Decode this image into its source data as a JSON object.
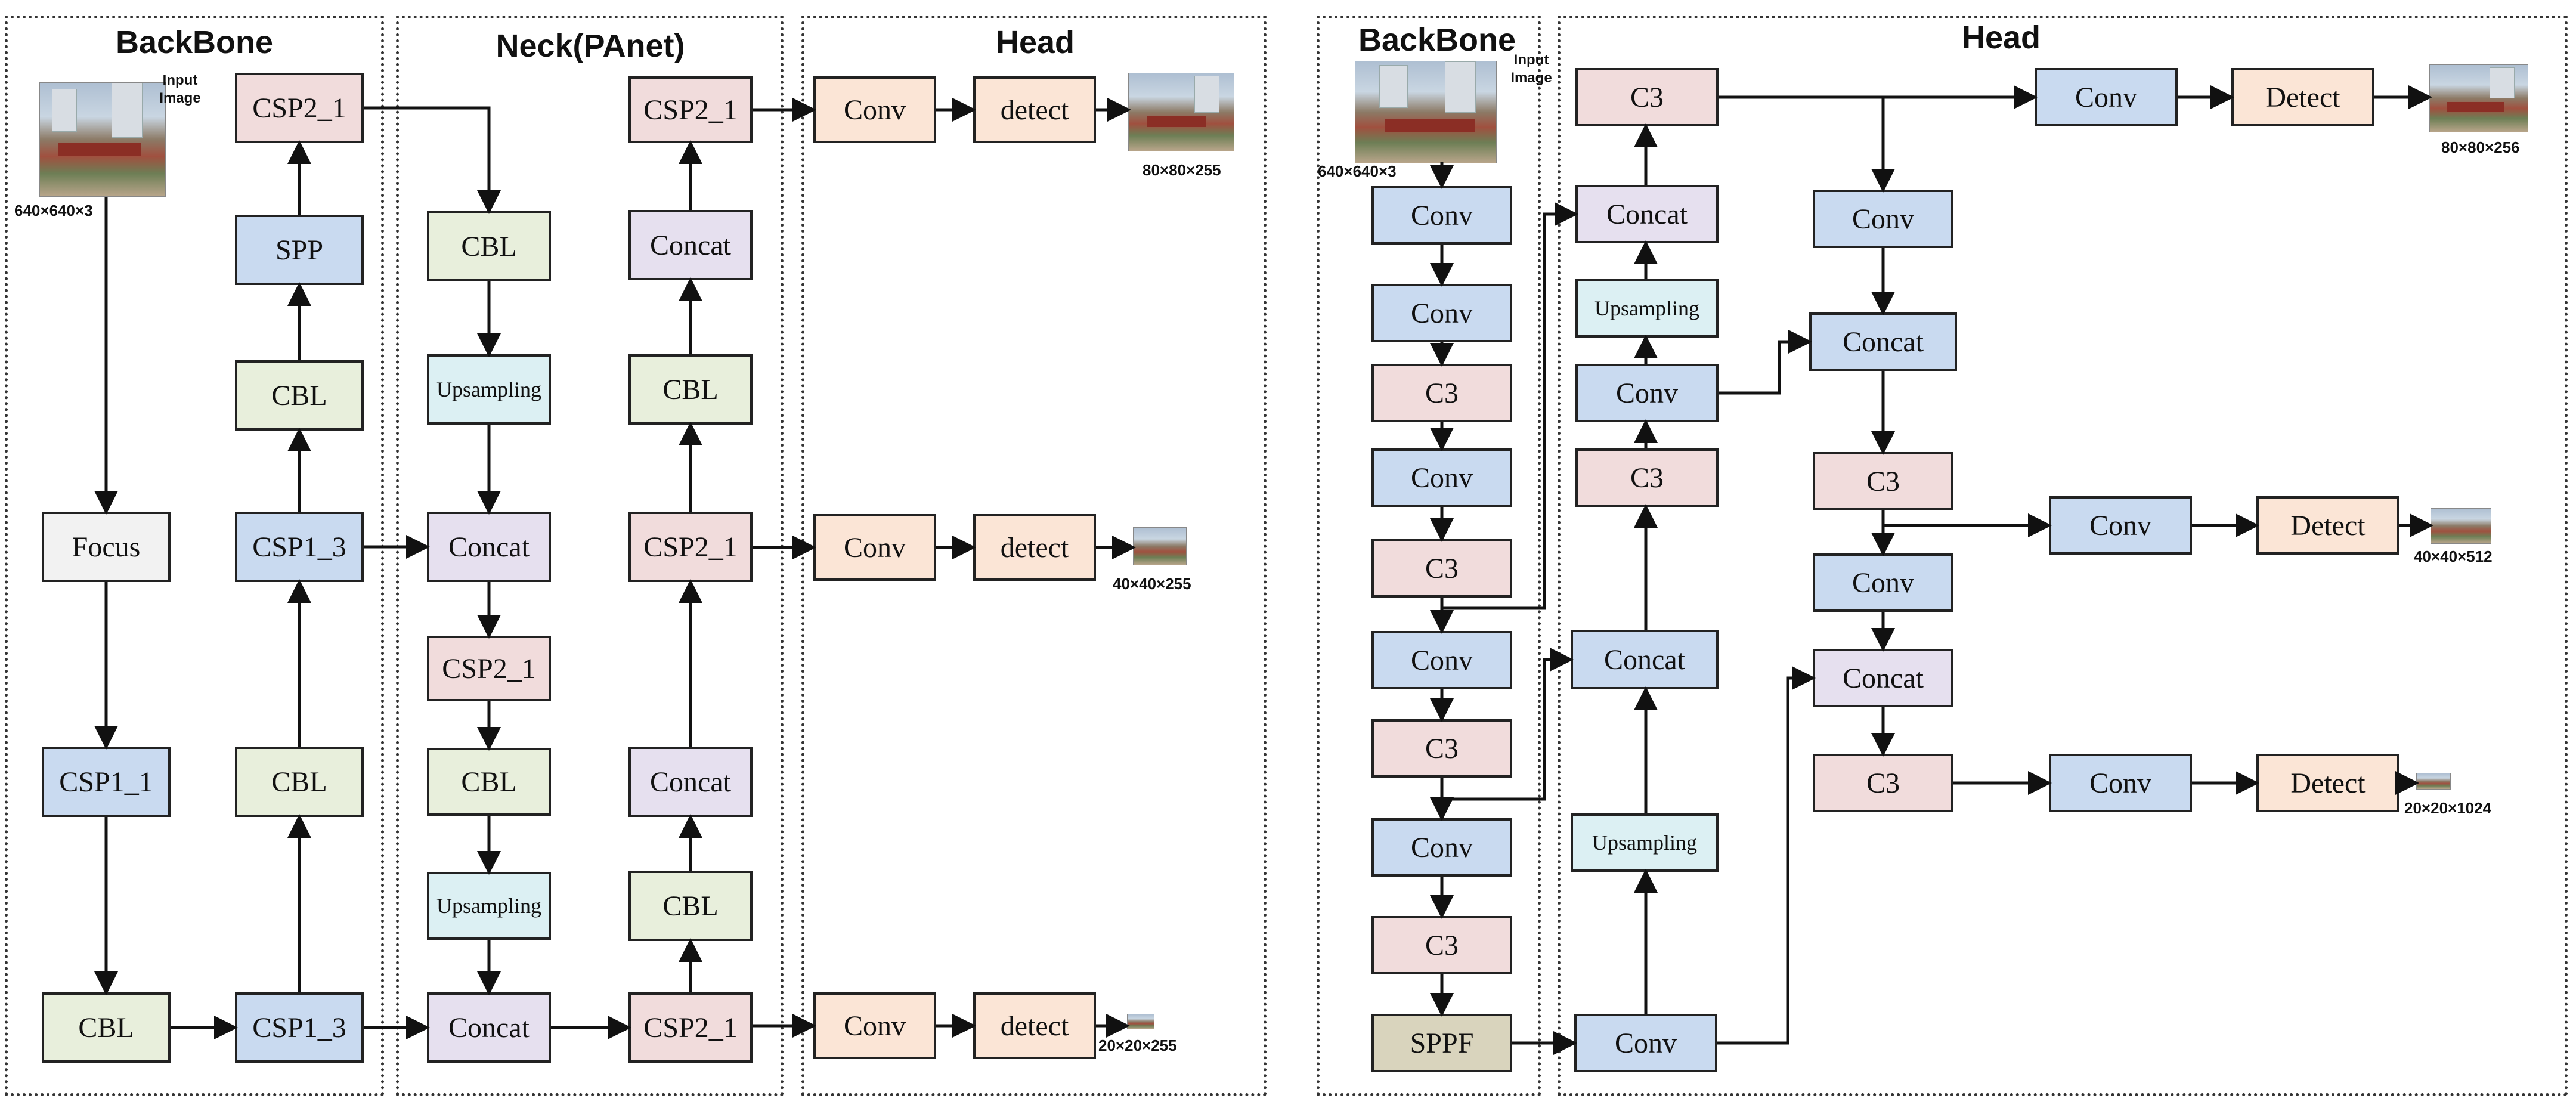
{
  "left": {
    "titles": {
      "backbone": "BackBone",
      "neck": "Neck(PAnet)",
      "head": "Head"
    },
    "input_label": "Input Image",
    "input_dim": "640×640×3",
    "blocks": {
      "csp2_1_bb": "CSP2_1",
      "spp": "SPP",
      "cbl_bb1": "CBL",
      "csp1_3_a": "CSP1_3",
      "cbl_bb2": "CBL",
      "csp1_3_b": "CSP1_3",
      "focus": "Focus",
      "csp1_1": "CSP1_1",
      "cbl_bb3": "CBL",
      "neck_cbl1": "CBL",
      "neck_up1": "Upsampling",
      "neck_concat1": "Concat",
      "neck_csp2_1": "CSP2_1",
      "neck_cbl2": "CBL",
      "neck_up2": "Upsampling",
      "neck_concat2": "Concat",
      "pan_csp2_1_top": "CSP2_1",
      "pan_concat_top": "Concat",
      "pan_cbl_top": "CBL",
      "pan_csp2_1_mid": "CSP2_1",
      "pan_concat_mid": "Concat",
      "pan_cbl_mid": "CBL",
      "pan_csp2_1_bot": "CSP2_1",
      "head_conv1": "Conv",
      "head_detect1": "detect",
      "head_conv2": "Conv",
      "head_detect2": "detect",
      "head_conv3": "Conv",
      "head_detect3": "detect"
    },
    "outputs": {
      "o1": "80×80×255",
      "o2": "40×40×255",
      "o3": "20×20×255"
    }
  },
  "right": {
    "titles": {
      "backbone": "BackBone",
      "head": "Head"
    },
    "input_label": "Input Image",
    "input_dim": "640×640×3",
    "blocks": {
      "bb_conv1": "Conv",
      "bb_conv2": "Conv",
      "bb_c3_1": "C3",
      "bb_conv3": "Conv",
      "bb_c3_2": "C3",
      "bb_conv4": "Conv",
      "bb_c3_3": "C3",
      "bb_conv5": "Conv",
      "bb_c3_4": "C3",
      "bb_sppf": "SPPF",
      "h1_c3_top": "C3",
      "h1_concat_a": "Concat",
      "h1_up_a": "Upsampling",
      "h1_conv_a": "Conv",
      "h1_c3_b": "C3",
      "h1_concat_b": "Concat",
      "h1_up_b": "Upsampling",
      "h1_conv_b": "Conv",
      "h2_conv_a": "Conv",
      "h2_concat_a": "Concat",
      "h2_c3_a": "C3",
      "h2_conv_b": "Conv",
      "h2_concat_b": "Concat",
      "h2_c3_b": "C3",
      "h3_conv1": "Conv",
      "h3_detect1": "Detect",
      "h3_conv2": "Conv",
      "h3_detect2": "Detect",
      "h3_conv3": "Conv",
      "h3_detect3": "Detect"
    },
    "outputs": {
      "o1": "80×80×256",
      "o2": "40×40×512",
      "o3": "20×20×1024"
    }
  },
  "colors": {
    "blue": "#c9daf0",
    "green": "#e8efdc",
    "pink": "#f1dcdc",
    "lavender": "#e6e0ef",
    "cyan": "#dcf0f3",
    "peach": "#fbe5d6",
    "grey": "#f2f2f2",
    "olive": "#d9d4bd"
  }
}
